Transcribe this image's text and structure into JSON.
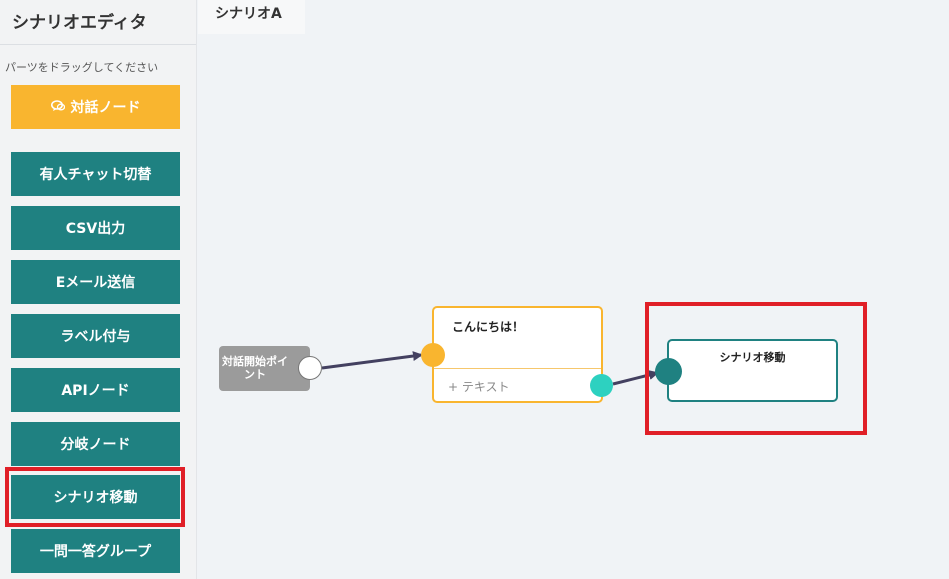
{
  "sidebar": {
    "title": "シナリオエディタ",
    "hint": "パーツをドラッグしてください",
    "items": [
      {
        "label": "対話ノード",
        "icon": "chat-bubble-icon"
      },
      {
        "label": "有人チャット切替"
      },
      {
        "label": "CSV出力"
      },
      {
        "label": "Eメール送信"
      },
      {
        "label": "ラベル付与"
      },
      {
        "label": "APIノード"
      },
      {
        "label": "分岐ノード"
      },
      {
        "label": "シナリオ移動"
      },
      {
        "label": "一問一答グループ"
      }
    ]
  },
  "tab": {
    "label": "シナリオA"
  },
  "canvas": {
    "start_node": {
      "label": "対話開始ポイント"
    },
    "dialog_node": {
      "title": "こんにちは！",
      "add_text": "+ テキスト"
    },
    "scenario_node": {
      "title": "シナリオ移動"
    }
  },
  "colors": {
    "teal": "#1f8181",
    "dialog_yellow": "#f9b52f",
    "highlight_red": "#e01f27",
    "port_cyan": "#2dd1c0",
    "start_gray": "#9b9b9b"
  }
}
